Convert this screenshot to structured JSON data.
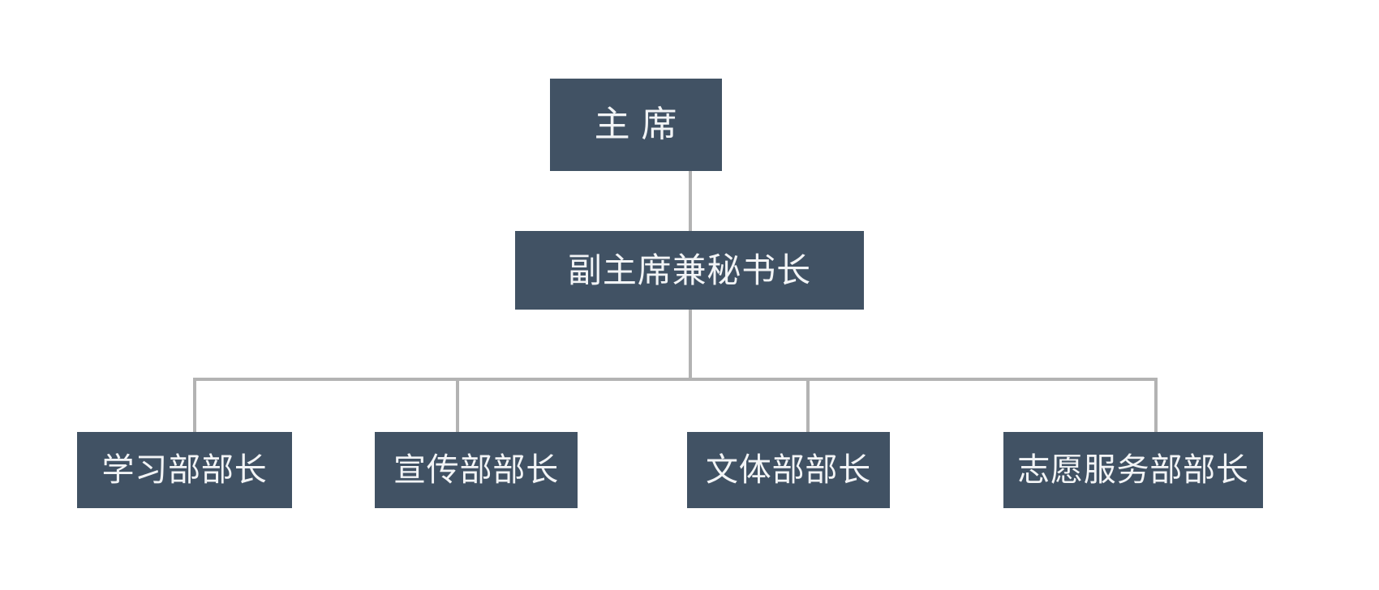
{
  "chart_data": {
    "type": "diagram",
    "diagram_type": "organization-chart",
    "title": "",
    "orientation": "top-down",
    "node_fill_color": "#415264",
    "node_text_color": "#f2f4f6",
    "connector_color": "#b3b3b3",
    "background_color": "#ffffff",
    "levels": 3,
    "nodes": [
      {
        "id": "root",
        "label": "主 席",
        "level": 1,
        "parent": null
      },
      {
        "id": "deputy",
        "label": "副主席兼秘书长",
        "level": 2,
        "parent": "root"
      },
      {
        "id": "dept1",
        "label": "学习部部长",
        "level": 3,
        "parent": "deputy"
      },
      {
        "id": "dept2",
        "label": "宣传部部长",
        "level": 3,
        "parent": "deputy"
      },
      {
        "id": "dept3",
        "label": "文体部部长",
        "level": 3,
        "parent": "deputy"
      },
      {
        "id": "dept4",
        "label": "志愿服务部部长",
        "level": 3,
        "parent": "deputy"
      }
    ],
    "edges": [
      {
        "from": "root",
        "to": "deputy"
      },
      {
        "from": "deputy",
        "to": "dept1"
      },
      {
        "from": "deputy",
        "to": "dept2"
      },
      {
        "from": "deputy",
        "to": "dept3"
      },
      {
        "from": "deputy",
        "to": "dept4"
      }
    ]
  },
  "org": {
    "root": {
      "label": "主 席"
    },
    "deputy": {
      "label": "副主席兼秘书长"
    },
    "departments": [
      {
        "label": "学习部部长"
      },
      {
        "label": "宣传部部长"
      },
      {
        "label": "文体部部长"
      },
      {
        "label": "志愿服务部部长"
      }
    ]
  }
}
